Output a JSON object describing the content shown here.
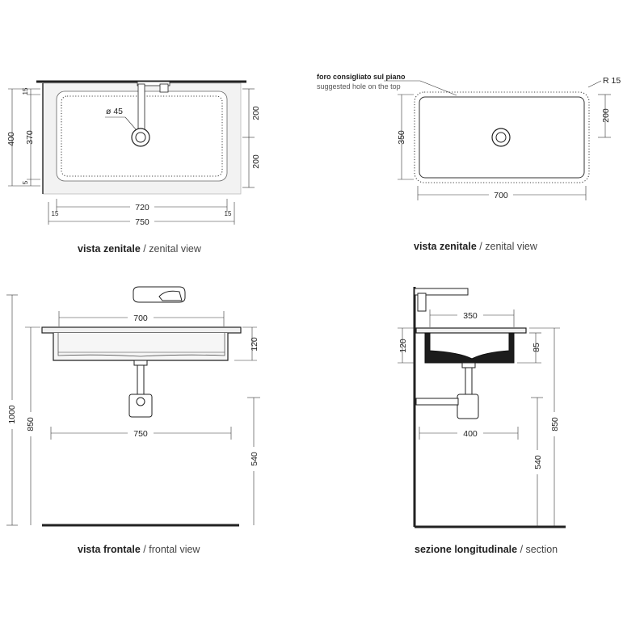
{
  "views": {
    "top_left": {
      "caption_bold": "vista zenitale",
      "caption_sep": " / ",
      "caption_light": "zenital view",
      "dims": {
        "d15_top": "15",
        "d400": "400",
        "d370": "370",
        "d5": "5",
        "d200_a": "200",
        "d200_b": "200",
        "hole": "ø 45",
        "d720": "720",
        "d750": "750",
        "d15_left": "15",
        "d15_right": "15"
      }
    },
    "top_right": {
      "caption_bold": "vista zenitale",
      "caption_sep": " / ",
      "caption_light": "zenital view",
      "note_bold": "foro consigliato sul piano",
      "note_light": "suggested hole on the top",
      "radius": "R 15",
      "dims": {
        "d350": "350",
        "d200": "200",
        "d700": "700"
      }
    },
    "bottom_left": {
      "caption_bold": "vista frontale",
      "caption_sep": " / ",
      "caption_light": "frontal view",
      "dims": {
        "d700": "700",
        "d120": "120",
        "d1000": "1000",
        "d850": "850",
        "d750": "750",
        "d540": "540"
      }
    },
    "bottom_right": {
      "caption_bold": "sezione longitudinale",
      "caption_sep": " / ",
      "caption_light": "section",
      "dims": {
        "d350": "350",
        "d120": "120",
        "d85": "85",
        "d850": "850",
        "d400": "400",
        "d540": "540"
      }
    }
  },
  "icons": [
    "faucet-icon",
    "drain-hole-icon",
    "siphon-icon"
  ]
}
